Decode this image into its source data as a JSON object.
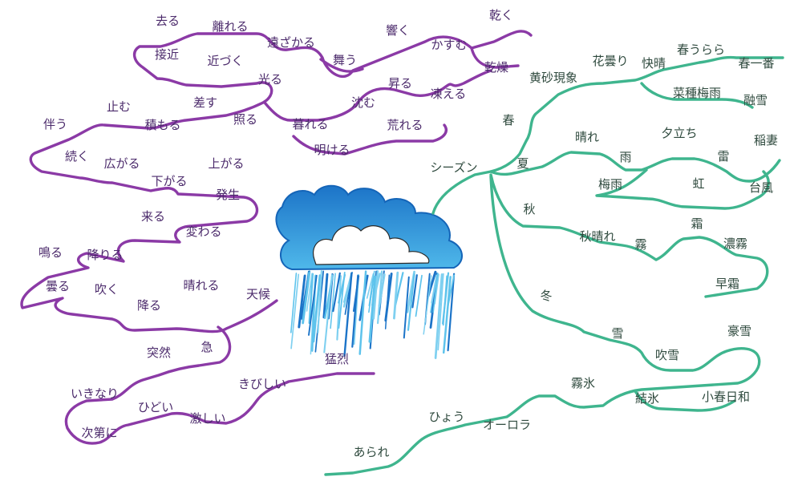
{
  "colors": {
    "weather_branch": "#8b3aa6",
    "season_branch": "#3fb58e",
    "cloud_light": "#5ec3ec",
    "cloud_dark": "#1c74c8",
    "text_purple": "#4b2a6b",
    "text_green": "#2f4a3e"
  },
  "central_image": "cloud-with-rain",
  "weather": {
    "label": "天候",
    "words": [
      "去る",
      "離れる",
      "遠ざかる",
      "舞う",
      "響く",
      "かすむ",
      "乾く",
      "接近",
      "近づく",
      "光る",
      "昇る",
      "凍える",
      "乾燥",
      "止む",
      "差す",
      "照る",
      "沈む",
      "伴う",
      "積もる",
      "暮れる",
      "荒れる",
      "続く",
      "広がる",
      "下がる",
      "上がる",
      "明ける",
      "発生",
      "来る",
      "変わる",
      "鳴る",
      "降りる",
      "曇る",
      "吹く",
      "降る",
      "晴れる",
      "突然",
      "急",
      "いきなり",
      "ひどい",
      "きびしい",
      "猛烈",
      "次第に",
      "激しい"
    ]
  },
  "season": {
    "label": "シーズン",
    "words": [
      "黄砂現象",
      "花曇り",
      "快晴",
      "春うらら",
      "春一番",
      "春",
      "菜種梅雨",
      "融雪",
      "晴れ",
      "夕立ち",
      "稲妻",
      "夏",
      "雨",
      "雷",
      "梅雨",
      "虹",
      "台風",
      "秋",
      "霜",
      "秋晴れ",
      "霧",
      "濃霧",
      "早霜",
      "冬",
      "雪",
      "豪雪",
      "吹雪",
      "霧氷",
      "結氷",
      "小春日和",
      "ひょう",
      "オーロラ",
      "あられ"
    ]
  }
}
